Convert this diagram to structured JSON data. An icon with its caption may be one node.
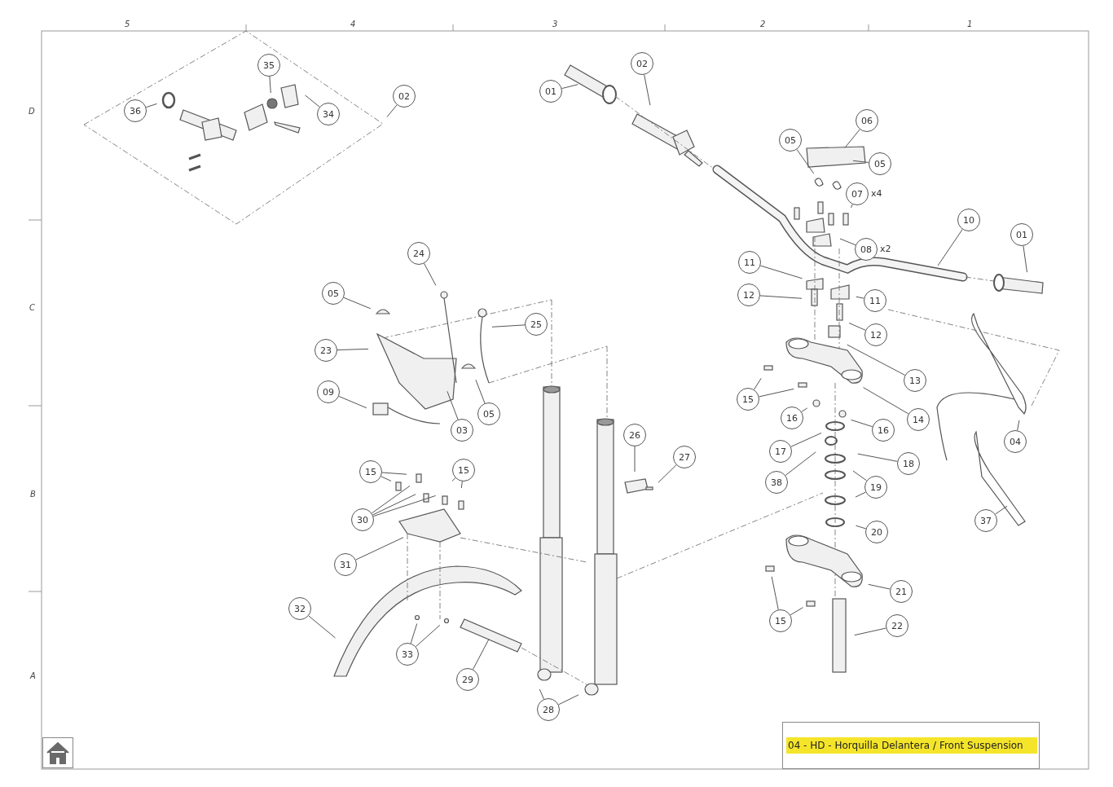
{
  "diagram": {
    "title": "04 - HD - Horquilla Delantera / Front Suspension",
    "nodes": [
      {
        "text": [
          "02"
        ]
      },
      {
        "text": [
          "35"
        ]
      },
      {
        "text": [
          "36"
        ]
      },
      {
        "text": [
          "34"
        ]
      },
      {
        "text": [
          "01"
        ]
      },
      {
        "text": [
          "02"
        ]
      },
      {
        "text": [
          "06"
        ]
      },
      {
        "text": [
          "05"
        ]
      },
      {
        "text": [
          "05"
        ]
      },
      {
        "text": [
          "07"
        ],
        "beside": [
          "x4"
        ]
      },
      {
        "text": [
          "08"
        ],
        "beside": [
          "x2"
        ]
      },
      {
        "text": [
          "10"
        ]
      },
      {
        "text": [
          "01"
        ]
      },
      {
        "text": [
          "24"
        ]
      },
      {
        "text": [
          "05"
        ]
      },
      {
        "text": [
          "11"
        ]
      },
      {
        "text": [
          "12"
        ]
      },
      {
        "text": [
          "11"
        ]
      },
      {
        "text": [
          "25"
        ]
      },
      {
        "text": [
          "23"
        ]
      },
      {
        "text": [
          "12"
        ]
      },
      {
        "text": [
          "13"
        ]
      },
      {
        "text": [
          "09"
        ]
      },
      {
        "text": [
          "03"
        ]
      },
      {
        "text": [
          "05"
        ]
      },
      {
        "text": [
          "15"
        ]
      },
      {
        "text": [
          "14"
        ]
      },
      {
        "text": [
          "16"
        ]
      },
      {
        "text": [
          "16"
        ]
      },
      {
        "text": [
          "04"
        ]
      },
      {
        "text": [
          "26"
        ]
      },
      {
        "text": [
          "27"
        ]
      },
      {
        "text": [
          "17"
        ]
      },
      {
        "text": [
          "15"
        ]
      },
      {
        "text": [
          "15"
        ]
      },
      {
        "text": [
          "18"
        ]
      },
      {
        "text": [
          "38"
        ]
      },
      {
        "text": [
          "19"
        ]
      },
      {
        "text": [
          "30"
        ]
      },
      {
        "text": [
          "37"
        ]
      },
      {
        "text": [
          "20"
        ]
      },
      {
        "text": [
          "31"
        ]
      },
      {
        "text": [
          "21"
        ]
      },
      {
        "text": [
          "32"
        ]
      },
      {
        "text": [
          "15"
        ]
      },
      {
        "text": [
          "22"
        ]
      },
      {
        "text": [
          "33"
        ]
      },
      {
        "text": [
          "29"
        ]
      },
      {
        "text": [
          "28"
        ]
      }
    ],
    "edges": [
      {
        "from": 0,
        "to": null,
        "arrow": "none"
      },
      {
        "from": 1,
        "to": null,
        "arrow": "none"
      },
      {
        "from": 2,
        "to": null,
        "arrow": "none"
      },
      {
        "from": 3,
        "to": null,
        "arrow": "none"
      },
      {
        "from": 4,
        "to": null,
        "arrow": "none"
      },
      {
        "from": 5,
        "to": null,
        "arrow": "none"
      },
      {
        "from": 6,
        "to": null,
        "arrow": "none"
      },
      {
        "from": 7,
        "to": null,
        "arrow": "none"
      },
      {
        "from": 8,
        "to": null,
        "arrow": "none"
      },
      {
        "from": 9,
        "to": null,
        "arrow": "none"
      },
      {
        "from": 10,
        "to": null,
        "arrow": "none"
      },
      {
        "from": 11,
        "to": null,
        "arrow": "none"
      },
      {
        "from": 12,
        "to": null,
        "arrow": "none"
      },
      {
        "from": 13,
        "to": null,
        "arrow": "none"
      },
      {
        "from": 14,
        "to": null,
        "arrow": "none"
      },
      {
        "from": 15,
        "to": null,
        "arrow": "none"
      },
      {
        "from": 16,
        "to": null,
        "arrow": "none"
      },
      {
        "from": 17,
        "to": null,
        "arrow": "none"
      },
      {
        "from": 18,
        "to": null,
        "arrow": "none"
      },
      {
        "from": 19,
        "to": null,
        "arrow": "none"
      },
      {
        "from": 20,
        "to": null,
        "arrow": "none"
      },
      {
        "from": 21,
        "to": null,
        "arrow": "none"
      },
      {
        "from": 22,
        "to": null,
        "arrow": "none"
      },
      {
        "from": 23,
        "to": null,
        "arrow": "none"
      },
      {
        "from": 24,
        "to": null,
        "arrow": "none"
      },
      {
        "from": 25,
        "to": null,
        "arrow": "none"
      },
      {
        "from": 25,
        "to": null,
        "arrow": "none"
      },
      {
        "from": 26,
        "to": null,
        "arrow": "none"
      },
      {
        "from": 27,
        "to": null,
        "arrow": "none"
      },
      {
        "from": 28,
        "to": null,
        "arrow": "none"
      },
      {
        "from": 29,
        "to": null,
        "arrow": "none"
      },
      {
        "from": 30,
        "to": null,
        "arrow": "none"
      },
      {
        "from": 31,
        "to": null,
        "arrow": "none"
      },
      {
        "from": 32,
        "to": null,
        "arrow": "none"
      },
      {
        "from": 33,
        "to": null,
        "arrow": "none"
      },
      {
        "from": 33,
        "to": null,
        "arrow": "none"
      },
      {
        "from": 34,
        "to": null,
        "arrow": "none"
      },
      {
        "from": 34,
        "to": null,
        "arrow": "none"
      },
      {
        "from": 35,
        "to": null,
        "arrow": "none"
      },
      {
        "from": 36,
        "to": null,
        "arrow": "none"
      },
      {
        "from": 37,
        "to": null,
        "arrow": "none"
      },
      {
        "from": 37,
        "to": null,
        "arrow": "none"
      },
      {
        "from": 38,
        "to": null,
        "arrow": "none"
      },
      {
        "from": 38,
        "to": null,
        "arrow": "none"
      },
      {
        "from": 38,
        "to": null,
        "arrow": "none"
      },
      {
        "from": 39,
        "to": null,
        "arrow": "none"
      },
      {
        "from": 40,
        "to": null,
        "arrow": "none"
      },
      {
        "from": 41,
        "to": null,
        "arrow": "none"
      },
      {
        "from": 42,
        "to": null,
        "arrow": "none"
      },
      {
        "from": 43,
        "to": null,
        "arrow": "none"
      },
      {
        "from": 44,
        "to": null,
        "arrow": "none"
      },
      {
        "from": 44,
        "to": null,
        "arrow": "none"
      },
      {
        "from": 45,
        "to": null,
        "arrow": "none"
      },
      {
        "from": 46,
        "to": null,
        "arrow": "none"
      },
      {
        "from": 46,
        "to": null,
        "arrow": "none"
      },
      {
        "from": 47,
        "to": null,
        "arrow": "none"
      },
      {
        "from": 48,
        "to": null,
        "arrow": "none"
      },
      {
        "from": 48,
        "to": null,
        "arrow": "none"
      }
    ],
    "labels": [
      "5",
      "4",
      "3",
      "2",
      "1",
      "D",
      "C",
      "B",
      "A"
    ]
  }
}
